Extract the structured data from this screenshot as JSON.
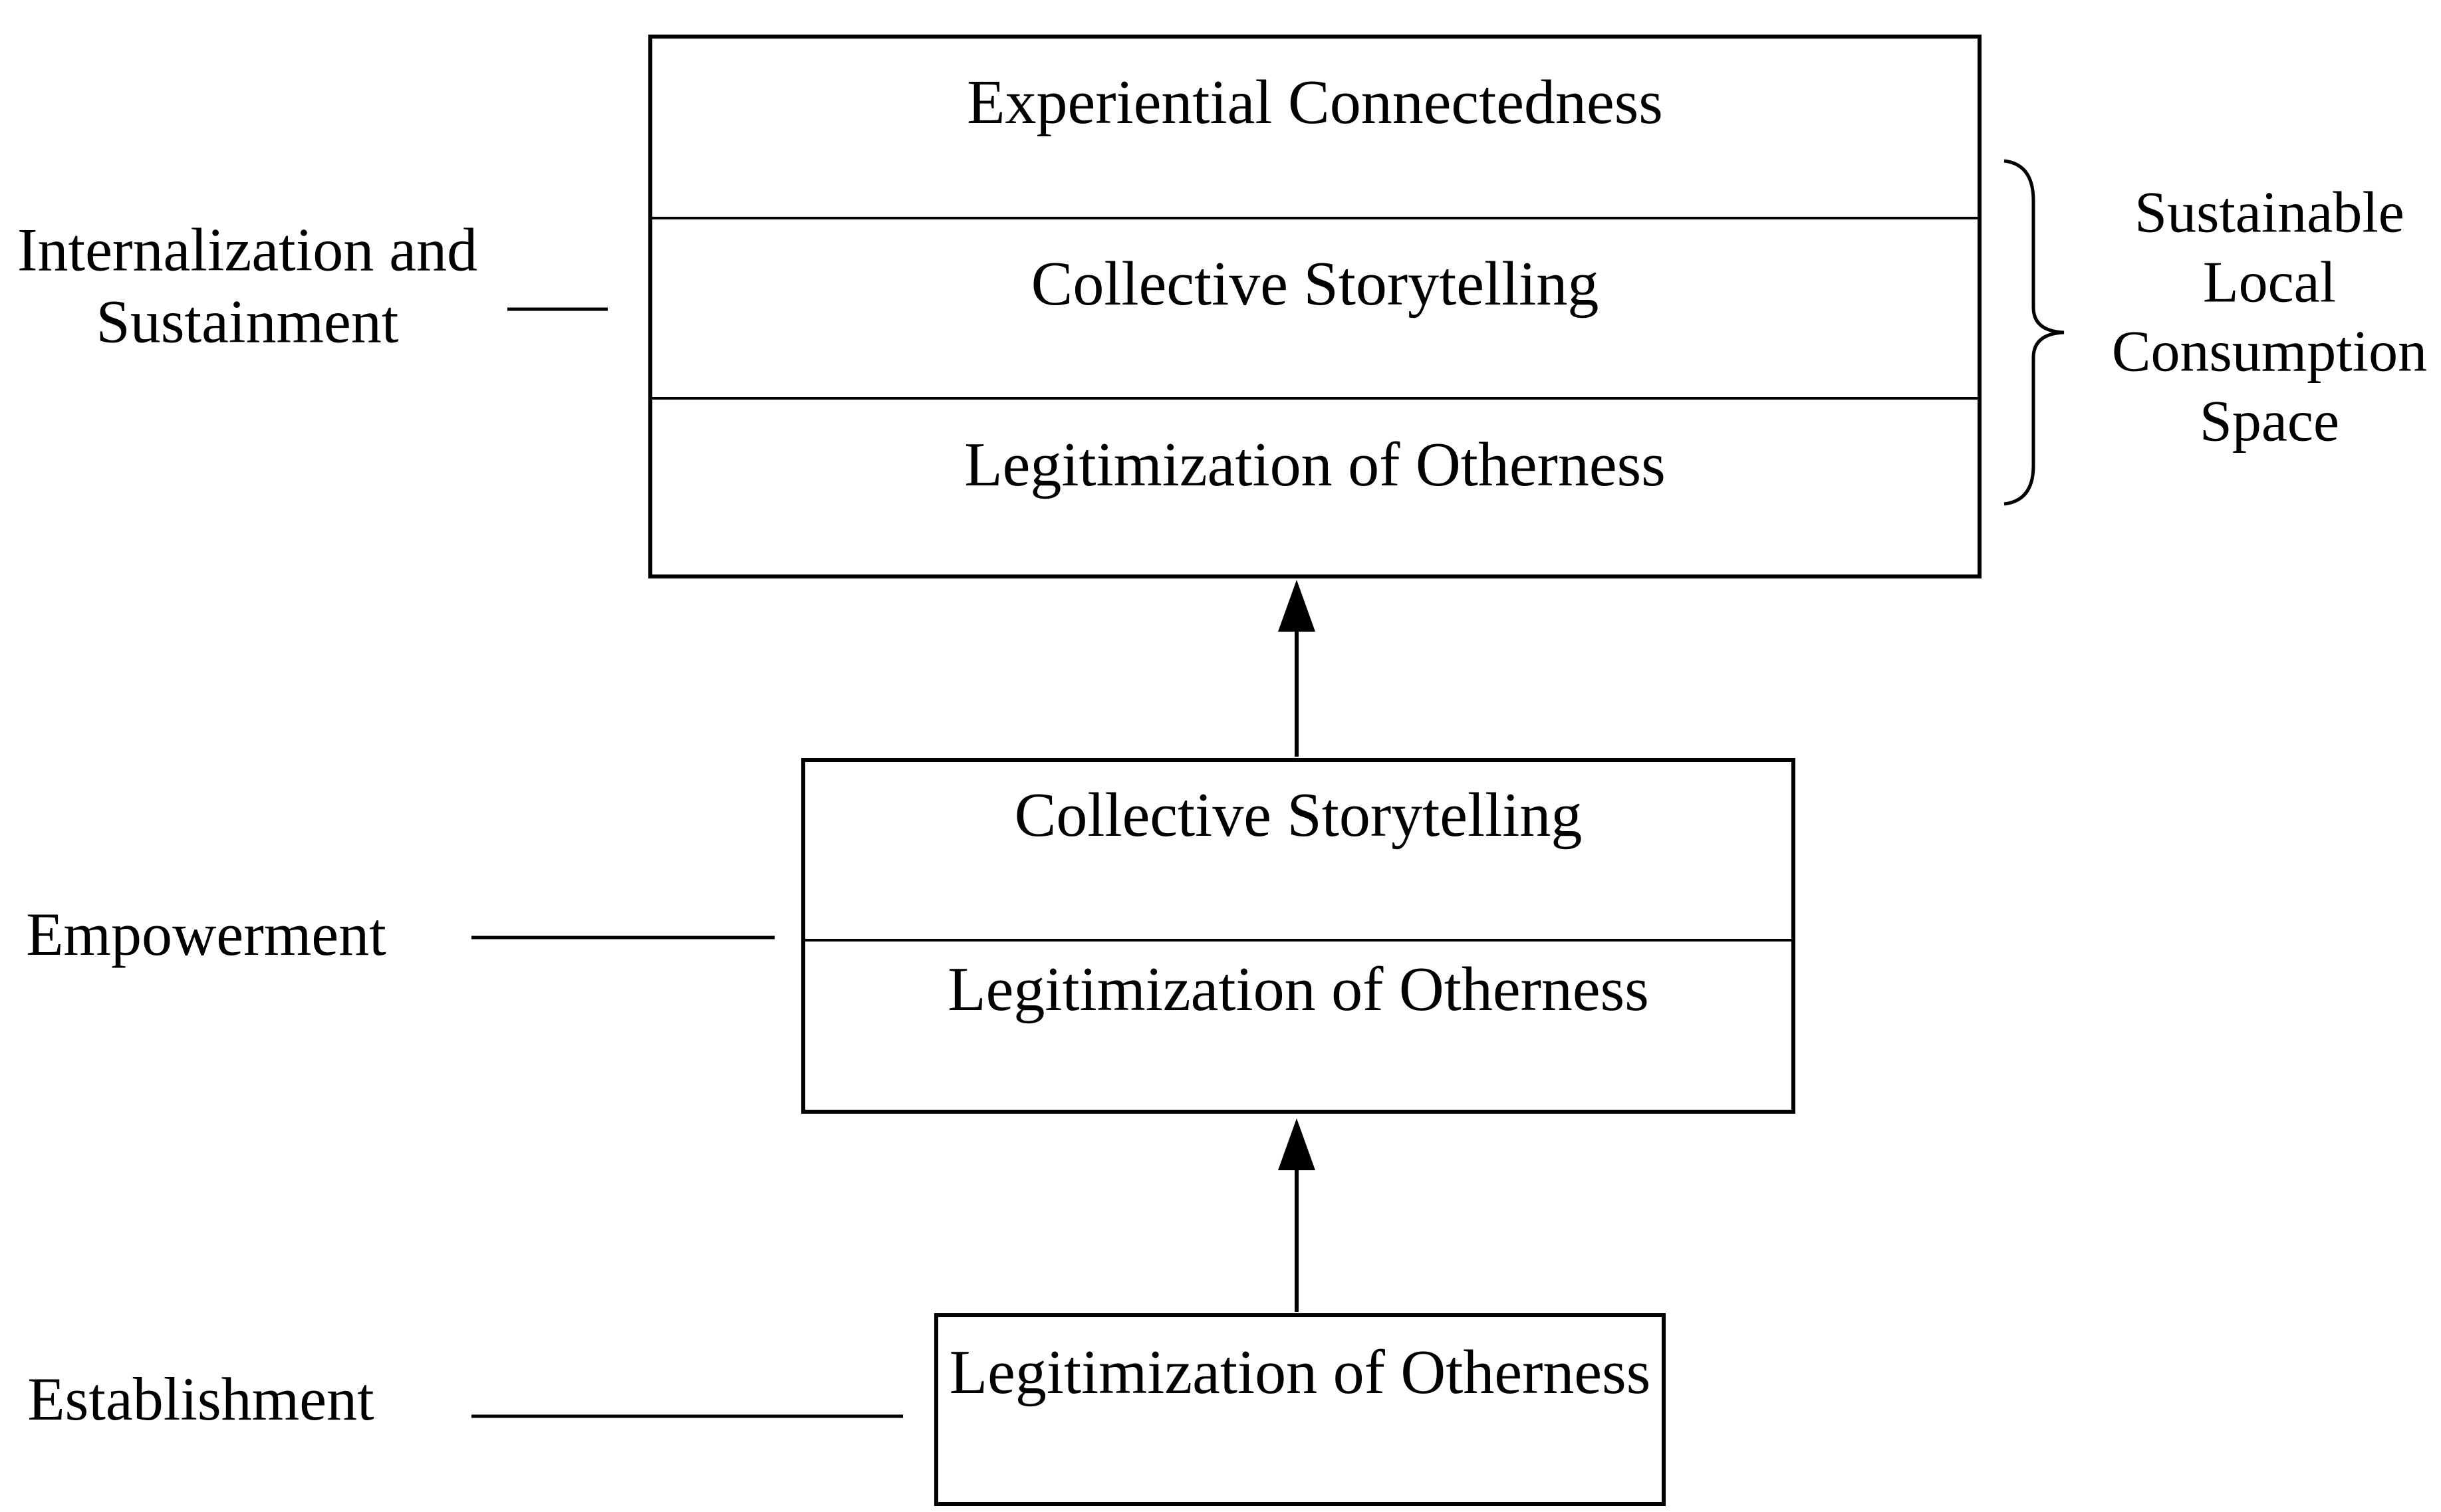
{
  "stages": [
    {
      "name": "internalization-and-sustainment",
      "label_lines": [
        "Internalization and",
        "Sustainment"
      ],
      "rows": [
        "Experiential Connectedness",
        "Collective Storytelling",
        "Legitimization of Otherness"
      ]
    },
    {
      "name": "empowerment",
      "label_lines": [
        "Empowerment"
      ],
      "rows": [
        "Collective Storytelling",
        "Legitimization of Otherness"
      ]
    },
    {
      "name": "establishment",
      "label_lines": [
        "Establishment"
      ],
      "rows": [
        "Legitimization of Otherness"
      ]
    }
  ],
  "bracket_label": {
    "lines": [
      "Sustainable",
      "Local",
      "Consumption",
      "Space"
    ]
  },
  "colors": {
    "ink": "#000000",
    "background": "#ffffff"
  }
}
